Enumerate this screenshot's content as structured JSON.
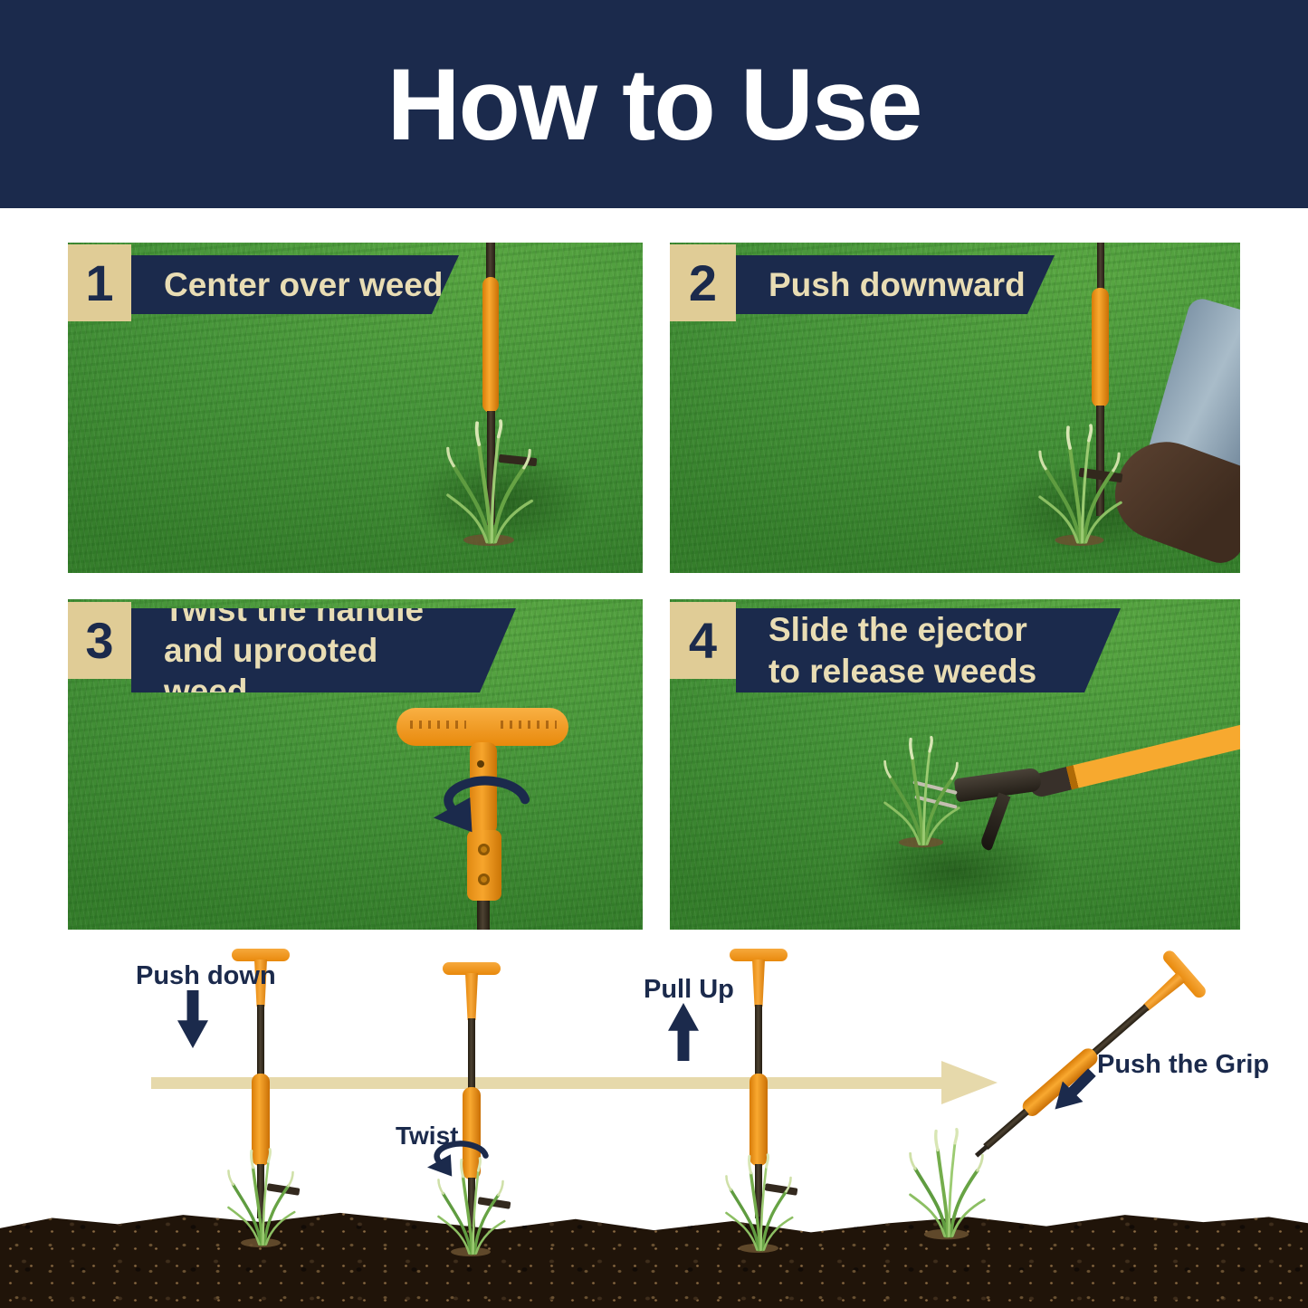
{
  "title": "How to Use",
  "steps": [
    {
      "number": "1",
      "label": "Center over weed"
    },
    {
      "number": "2",
      "label": "Push downward"
    },
    {
      "number": "3",
      "label": "Twist the handle and uprooted weed"
    },
    {
      "number": "4",
      "label": "Slide the ejector to release weeds"
    }
  ],
  "diagram": {
    "push_down": "Push down",
    "twist": "Twist",
    "pull_up": "Pull Up",
    "push_grip": "Push the Grip"
  },
  "colors": {
    "navy": "#1b2a4c",
    "tan_box": "#e0cc96",
    "cream_text": "#e9ddb4",
    "tan_arrow": "#e6d9ab",
    "orange": "#f49c1c",
    "grass_green": "#47953a",
    "soil_brown": "#201409"
  }
}
